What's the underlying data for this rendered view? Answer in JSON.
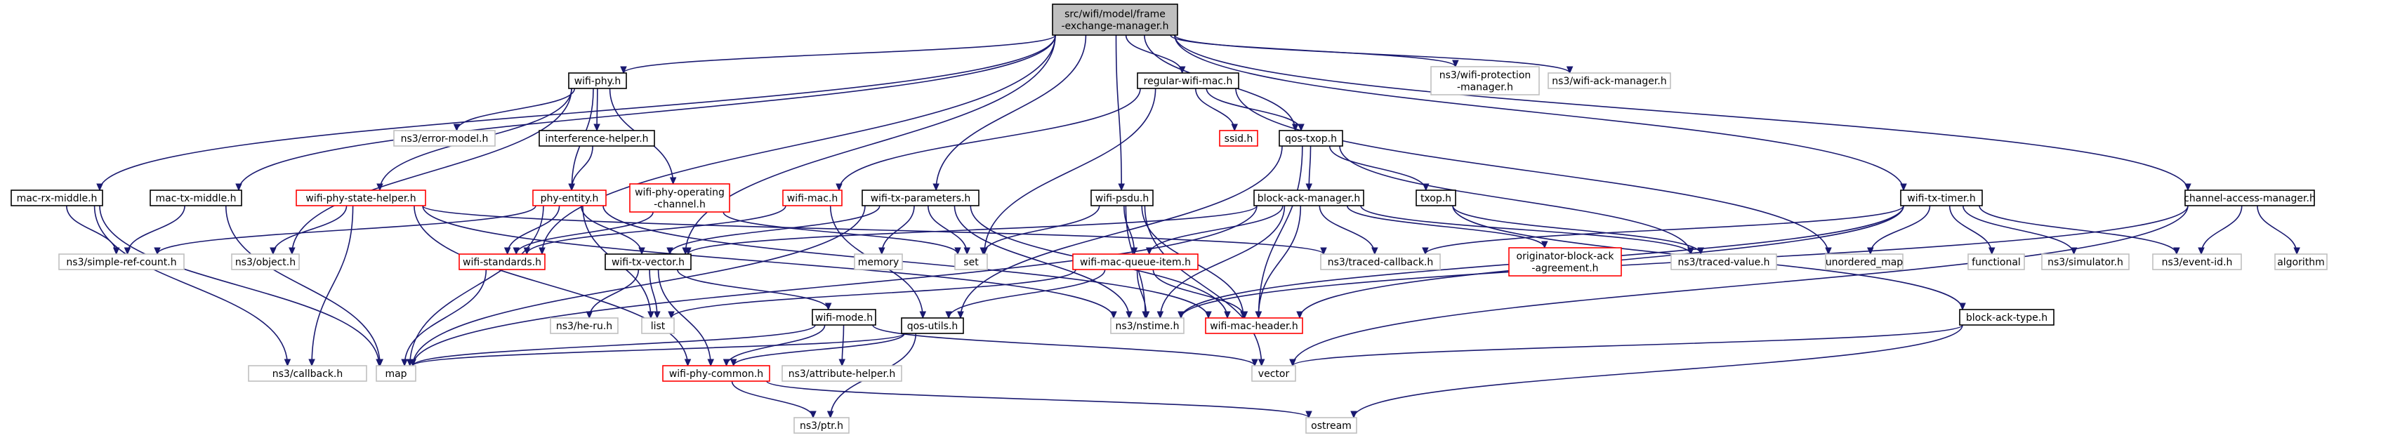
{
  "diagram": {
    "nodes": [
      {
        "id": "root",
        "lines": [
          "src/wifi/model/frame",
          "-exchange-manager.h"
        ],
        "style": "root"
      },
      {
        "id": "wifi_phy",
        "lines": [
          "wifi-phy.h"
        ],
        "style": "normal"
      },
      {
        "id": "regular_wifi_mac",
        "lines": [
          "regular-wifi-mac.h"
        ],
        "style": "normal"
      },
      {
        "id": "wifi_protection_manager",
        "lines": [
          "ns3/wifi-protection",
          "-manager.h"
        ],
        "style": "gray"
      },
      {
        "id": "wifi_ack_manager",
        "lines": [
          "ns3/wifi-ack-manager.h"
        ],
        "style": "gray"
      },
      {
        "id": "error_model",
        "lines": [
          "ns3/error-model.h"
        ],
        "style": "gray"
      },
      {
        "id": "interference_helper",
        "lines": [
          "interference-helper.h"
        ],
        "style": "normal"
      },
      {
        "id": "ssid",
        "lines": [
          "ssid.h"
        ],
        "style": "red"
      },
      {
        "id": "qos_txop",
        "lines": [
          "qos-txop.h"
        ],
        "style": "normal"
      },
      {
        "id": "mac_rx_middle",
        "lines": [
          "mac-rx-middle.h"
        ],
        "style": "normal"
      },
      {
        "id": "mac_tx_middle",
        "lines": [
          "mac-tx-middle.h"
        ],
        "style": "normal"
      },
      {
        "id": "wifi_phy_state_helper",
        "lines": [
          "wifi-phy-state-helper.h"
        ],
        "style": "red"
      },
      {
        "id": "phy_entity",
        "lines": [
          "phy-entity.h"
        ],
        "style": "red"
      },
      {
        "id": "wifi_phy_operating_channel",
        "lines": [
          "wifi-phy-operating",
          "-channel.h"
        ],
        "style": "red"
      },
      {
        "id": "wifi_mac",
        "lines": [
          "wifi-mac.h"
        ],
        "style": "red"
      },
      {
        "id": "wifi_tx_parameters",
        "lines": [
          "wifi-tx-parameters.h"
        ],
        "style": "normal"
      },
      {
        "id": "wifi_psdu",
        "lines": [
          "wifi-psdu.h"
        ],
        "style": "normal"
      },
      {
        "id": "block_ack_manager",
        "lines": [
          "block-ack-manager.h"
        ],
        "style": "normal"
      },
      {
        "id": "txop",
        "lines": [
          "txop.h"
        ],
        "style": "normal"
      },
      {
        "id": "wifi_tx_timer",
        "lines": [
          "wifi-tx-timer.h"
        ],
        "style": "normal"
      },
      {
        "id": "channel_access_manager",
        "lines": [
          "channel-access-manager.h"
        ],
        "style": "normal"
      },
      {
        "id": "simple_ref_count",
        "lines": [
          "ns3/simple-ref-count.h"
        ],
        "style": "gray"
      },
      {
        "id": "object",
        "lines": [
          "ns3/object.h"
        ],
        "style": "gray"
      },
      {
        "id": "wifi_standards",
        "lines": [
          "wifi-standards.h"
        ],
        "style": "red"
      },
      {
        "id": "wifi_tx_vector",
        "lines": [
          "wifi-tx-vector.h"
        ],
        "style": "normal"
      },
      {
        "id": "memory",
        "lines": [
          "memory"
        ],
        "style": "gray"
      },
      {
        "id": "set",
        "lines": [
          "set"
        ],
        "style": "gray"
      },
      {
        "id": "wifi_mac_queue_item",
        "lines": [
          "wifi-mac-queue-item.h"
        ],
        "style": "red"
      },
      {
        "id": "traced_callback",
        "lines": [
          "ns3/traced-callback.h"
        ],
        "style": "gray"
      },
      {
        "id": "originator_block_ack",
        "lines": [
          "originator-block-ack",
          "-agreement.h"
        ],
        "style": "red"
      },
      {
        "id": "traced_value",
        "lines": [
          "ns3/traced-value.h"
        ],
        "style": "gray"
      },
      {
        "id": "unordered_map",
        "lines": [
          "unordered_map"
        ],
        "style": "gray"
      },
      {
        "id": "functional",
        "lines": [
          "functional"
        ],
        "style": "gray"
      },
      {
        "id": "simulator",
        "lines": [
          "ns3/simulator.h"
        ],
        "style": "gray"
      },
      {
        "id": "event_id",
        "lines": [
          "ns3/event-id.h"
        ],
        "style": "gray"
      },
      {
        "id": "algorithm",
        "lines": [
          "algorithm"
        ],
        "style": "gray"
      },
      {
        "id": "he_ru",
        "lines": [
          "ns3/he-ru.h"
        ],
        "style": "gray"
      },
      {
        "id": "list",
        "lines": [
          "list"
        ],
        "style": "gray"
      },
      {
        "id": "wifi_mode",
        "lines": [
          "wifi-mode.h"
        ],
        "style": "normal"
      },
      {
        "id": "qos_utils",
        "lines": [
          "qos-utils.h"
        ],
        "style": "normal"
      },
      {
        "id": "nstime",
        "lines": [
          "ns3/nstime.h"
        ],
        "style": "gray"
      },
      {
        "id": "wifi_mac_header",
        "lines": [
          "wifi-mac-header.h"
        ],
        "style": "red"
      },
      {
        "id": "block_ack_type",
        "lines": [
          "block-ack-type.h"
        ],
        "style": "normal"
      },
      {
        "id": "callback",
        "lines": [
          "ns3/callback.h"
        ],
        "style": "gray"
      },
      {
        "id": "map",
        "lines": [
          "map"
        ],
        "style": "gray"
      },
      {
        "id": "wifi_phy_common",
        "lines": [
          "wifi-phy-common.h"
        ],
        "style": "red"
      },
      {
        "id": "attribute_helper",
        "lines": [
          "ns3/attribute-helper.h"
        ],
        "style": "gray"
      },
      {
        "id": "vector",
        "lines": [
          "vector"
        ],
        "style": "gray"
      },
      {
        "id": "ptr",
        "lines": [
          "ns3/ptr.h"
        ],
        "style": "gray"
      },
      {
        "id": "ostream",
        "lines": [
          "ostream"
        ],
        "style": "gray"
      }
    ],
    "edges": [
      [
        "root",
        "wifi_phy"
      ],
      [
        "root",
        "regular_wifi_mac"
      ],
      [
        "root",
        "wifi_protection_manager"
      ],
      [
        "root",
        "wifi_ack_manager"
      ],
      [
        "root",
        "mac_rx_middle"
      ],
      [
        "root",
        "mac_tx_middle"
      ],
      [
        "root",
        "wifi_standards"
      ],
      [
        "root",
        "wifi_tx_vector"
      ],
      [
        "root",
        "wifi_tx_parameters"
      ],
      [
        "root",
        "wifi_psdu"
      ],
      [
        "root",
        "qos_txop"
      ],
      [
        "root",
        "wifi_tx_timer"
      ],
      [
        "root",
        "channel_access_manager"
      ],
      [
        "wifi_phy",
        "error_model"
      ],
      [
        "wifi_phy",
        "interference_helper"
      ],
      [
        "wifi_phy",
        "wifi_phy_state_helper"
      ],
      [
        "wifi_phy",
        "phy_entity"
      ],
      [
        "wifi_phy",
        "wifi_phy_operating_channel"
      ],
      [
        "wifi_phy",
        "object"
      ],
      [
        "interference_helper",
        "phy_entity"
      ],
      [
        "regular_wifi_mac",
        "ssid"
      ],
      [
        "regular_wifi_mac",
        "qos_txop"
      ],
      [
        "regular_wifi_mac",
        "wifi_mac"
      ],
      [
        "regular_wifi_mac",
        "set"
      ],
      [
        "regular_wifi_mac",
        "unordered_map"
      ],
      [
        "qos_txop",
        "block_ack_manager"
      ],
      [
        "qos_txop",
        "txop"
      ],
      [
        "qos_txop",
        "qos_utils"
      ],
      [
        "qos_txop",
        "traced_value"
      ],
      [
        "qos_txop",
        "wifi_mac_header"
      ],
      [
        "mac_rx_middle",
        "simple_ref_count"
      ],
      [
        "mac_rx_middle",
        "map"
      ],
      [
        "mac_rx_middle",
        "callback"
      ],
      [
        "mac_tx_middle",
        "simple_ref_count"
      ],
      [
        "mac_tx_middle",
        "map"
      ],
      [
        "wifi_phy_state_helper",
        "object"
      ],
      [
        "wifi_phy_state_helper",
        "callback"
      ],
      [
        "wifi_phy_state_helper",
        "wifi_phy_common"
      ],
      [
        "wifi_phy_state_helper",
        "traced_callback"
      ],
      [
        "wifi_phy_state_helper",
        "nstime"
      ],
      [
        "phy_entity",
        "simple_ref_count"
      ],
      [
        "phy_entity",
        "wifi_standards"
      ],
      [
        "phy_entity",
        "wifi_tx_vector"
      ],
      [
        "phy_entity",
        "map"
      ],
      [
        "phy_entity",
        "list"
      ],
      [
        "phy_entity",
        "wifi_mac_header"
      ],
      [
        "wifi_phy_operating_channel",
        "set"
      ],
      [
        "wifi_phy_operating_channel",
        "wifi_standards"
      ],
      [
        "wifi_mac",
        "wifi_standards"
      ],
      [
        "wifi_mac",
        "qos_utils"
      ],
      [
        "wifi_tx_parameters",
        "wifi_tx_vector"
      ],
      [
        "wifi_tx_parameters",
        "memory"
      ],
      [
        "wifi_tx_parameters",
        "set"
      ],
      [
        "wifi_tx_parameters",
        "nstime"
      ],
      [
        "wifi_tx_parameters",
        "wifi_mac_header"
      ],
      [
        "wifi_tx_parameters",
        "map"
      ],
      [
        "wifi_psdu",
        "set"
      ],
      [
        "wifi_psdu",
        "wifi_mac_queue_item"
      ],
      [
        "wifi_psdu",
        "nstime"
      ],
      [
        "wifi_psdu",
        "wifi_mac_header"
      ],
      [
        "wifi_psdu",
        "vector"
      ],
      [
        "block_ack_manager",
        "wifi_tx_vector"
      ],
      [
        "block_ack_manager",
        "wifi_mac_queue_item"
      ],
      [
        "block_ack_manager",
        "traced_callback"
      ],
      [
        "block_ack_manager",
        "originator_block_ack"
      ],
      [
        "block_ack_manager",
        "traced_value"
      ],
      [
        "block_ack_manager",
        "nstime"
      ],
      [
        "block_ack_manager",
        "wifi_mac_header"
      ],
      [
        "block_ack_manager",
        "map"
      ],
      [
        "txop",
        "traced_value"
      ],
      [
        "txop",
        "block_ack_type"
      ],
      [
        "wifi_tx_timer",
        "traced_callback"
      ],
      [
        "wifi_tx_timer",
        "unordered_map"
      ],
      [
        "wifi_tx_timer",
        "functional"
      ],
      [
        "wifi_tx_timer",
        "simulator"
      ],
      [
        "wifi_tx_timer",
        "event_id"
      ],
      [
        "wifi_tx_timer",
        "nstime"
      ],
      [
        "wifi_tx_timer",
        "wifi_mac_header"
      ],
      [
        "channel_access_manager",
        "event_id"
      ],
      [
        "channel_access_manager",
        "algorithm"
      ],
      [
        "channel_access_manager",
        "nstime"
      ],
      [
        "channel_access_manager",
        "vector"
      ],
      [
        "wifi_standards",
        "map"
      ],
      [
        "wifi_tx_vector",
        "he_ru"
      ],
      [
        "wifi_tx_vector",
        "list"
      ],
      [
        "wifi_tx_vector",
        "wifi_mode"
      ],
      [
        "wifi_tx_vector",
        "wifi_phy_common"
      ],
      [
        "wifi_mac_queue_item",
        "list"
      ],
      [
        "wifi_mac_queue_item",
        "qos_utils"
      ],
      [
        "wifi_mac_queue_item",
        "nstime"
      ],
      [
        "wifi_mac_queue_item",
        "wifi_mac_header"
      ],
      [
        "wifi_mode",
        "map"
      ],
      [
        "wifi_mode",
        "wifi_phy_common"
      ],
      [
        "wifi_mode",
        "attribute_helper"
      ],
      [
        "wifi_mode",
        "vector"
      ],
      [
        "qos_utils",
        "map"
      ],
      [
        "qos_utils",
        "wifi_phy_common"
      ],
      [
        "qos_utils",
        "ptr"
      ],
      [
        "block_ack_type",
        "vector"
      ],
      [
        "block_ack_type",
        "ostream"
      ],
      [
        "wifi_phy_common",
        "ptr"
      ],
      [
        "wifi_phy_common",
        "ostream"
      ]
    ]
  }
}
